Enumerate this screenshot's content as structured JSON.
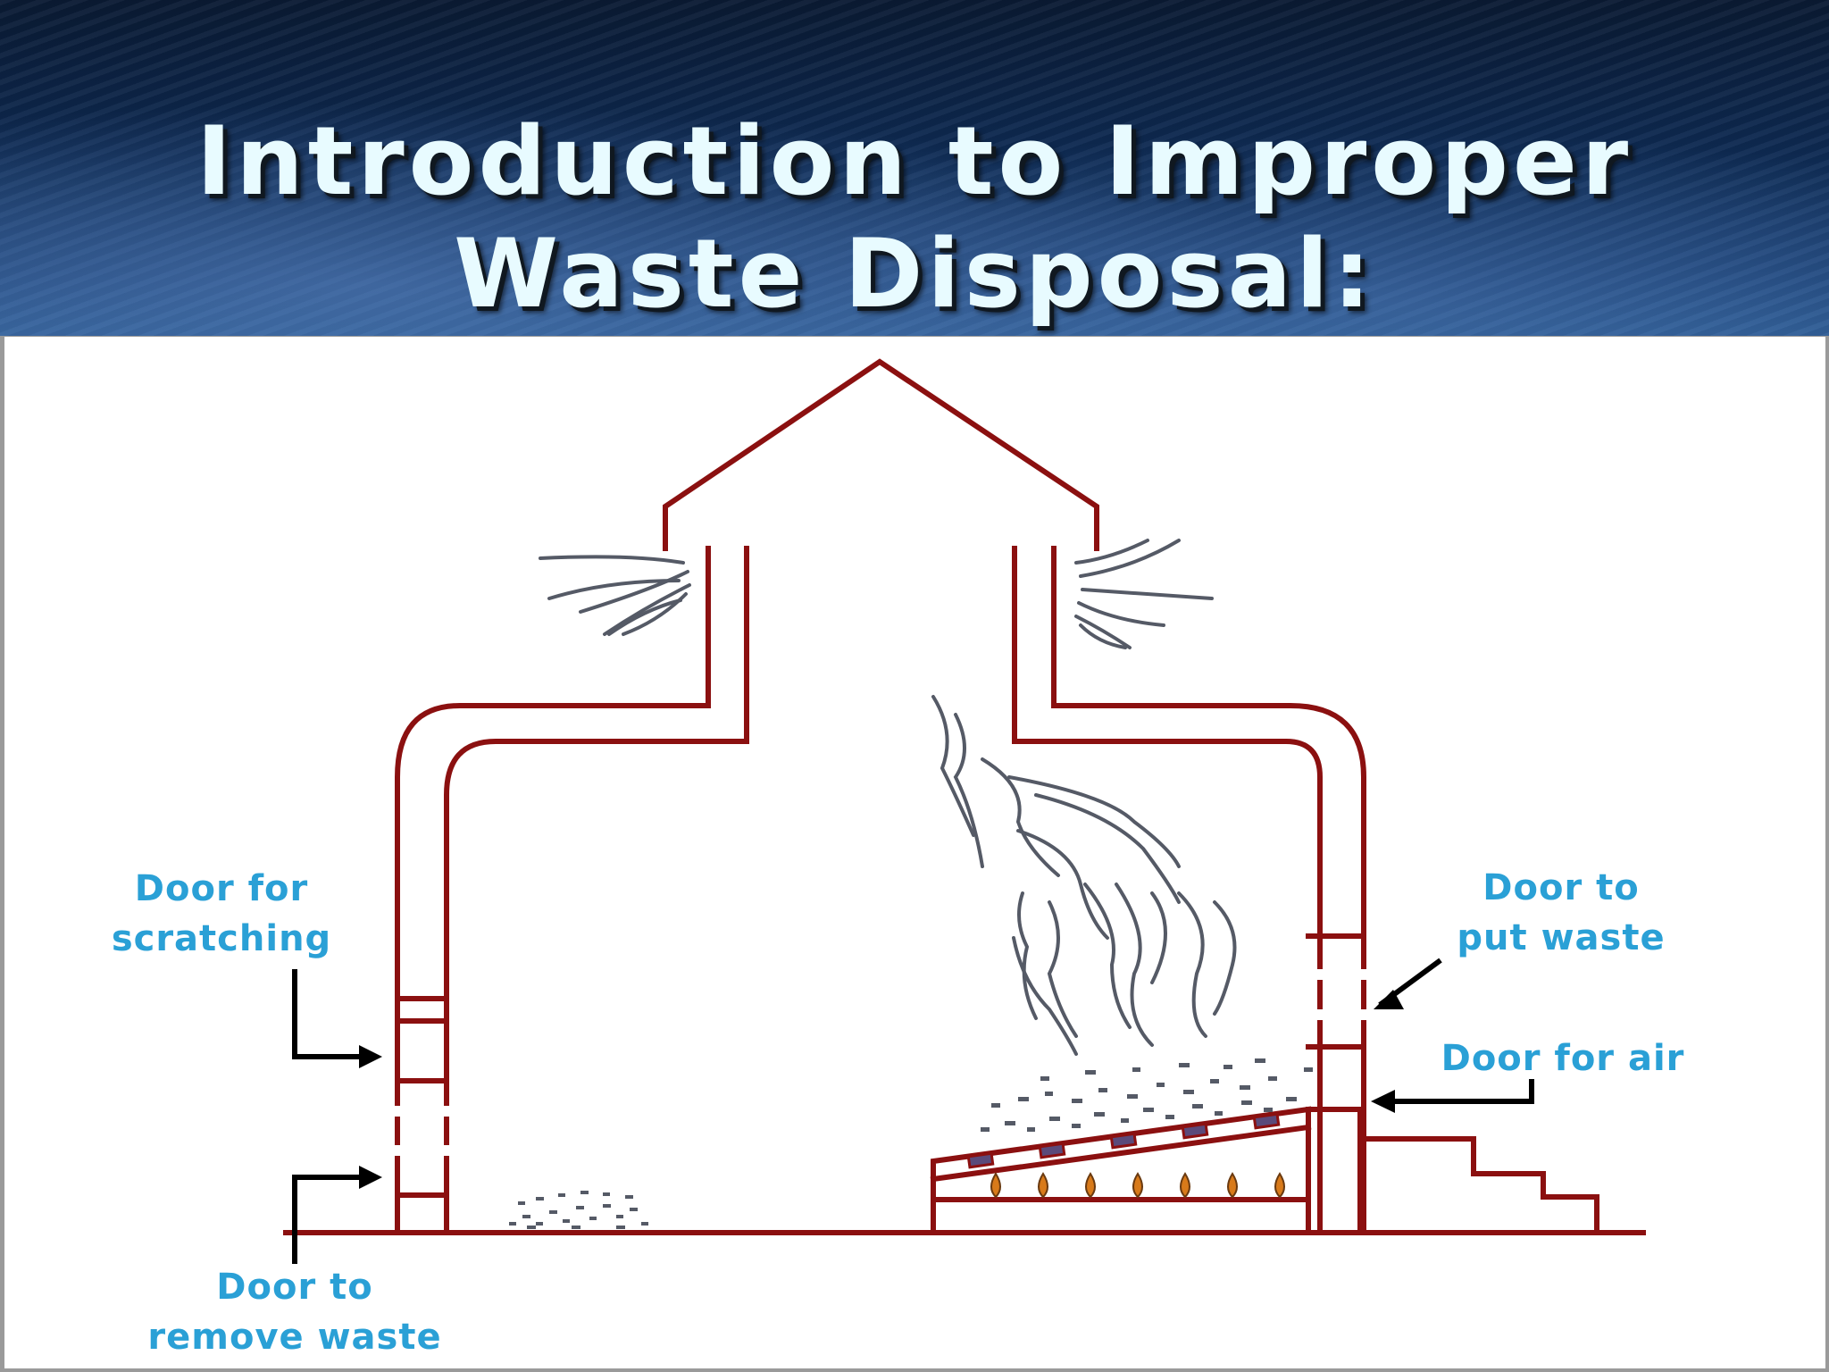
{
  "slide": {
    "title_line1": "Introduction to Improper",
    "title_line2": "Waste Disposal:"
  },
  "diagram": {
    "labels": {
      "door_for_scratching_line1": "Door for",
      "door_for_scratching_line2": "scratching",
      "door_to_remove_waste_line1": "Door to",
      "door_to_remove_waste_line2": "remove waste",
      "door_to_put_waste_line1": "Door to",
      "door_to_put_waste_line2": "put waste",
      "door_for_air": "Door for air"
    }
  },
  "colors": {
    "header_dark": "#0a1a33",
    "header_light": "#2b5a92",
    "title_text": "#e8fbff",
    "structure": "#8b1010",
    "label_text": "#2aa0d6",
    "smoke": "#555a66",
    "flame": "#d87a1a"
  }
}
